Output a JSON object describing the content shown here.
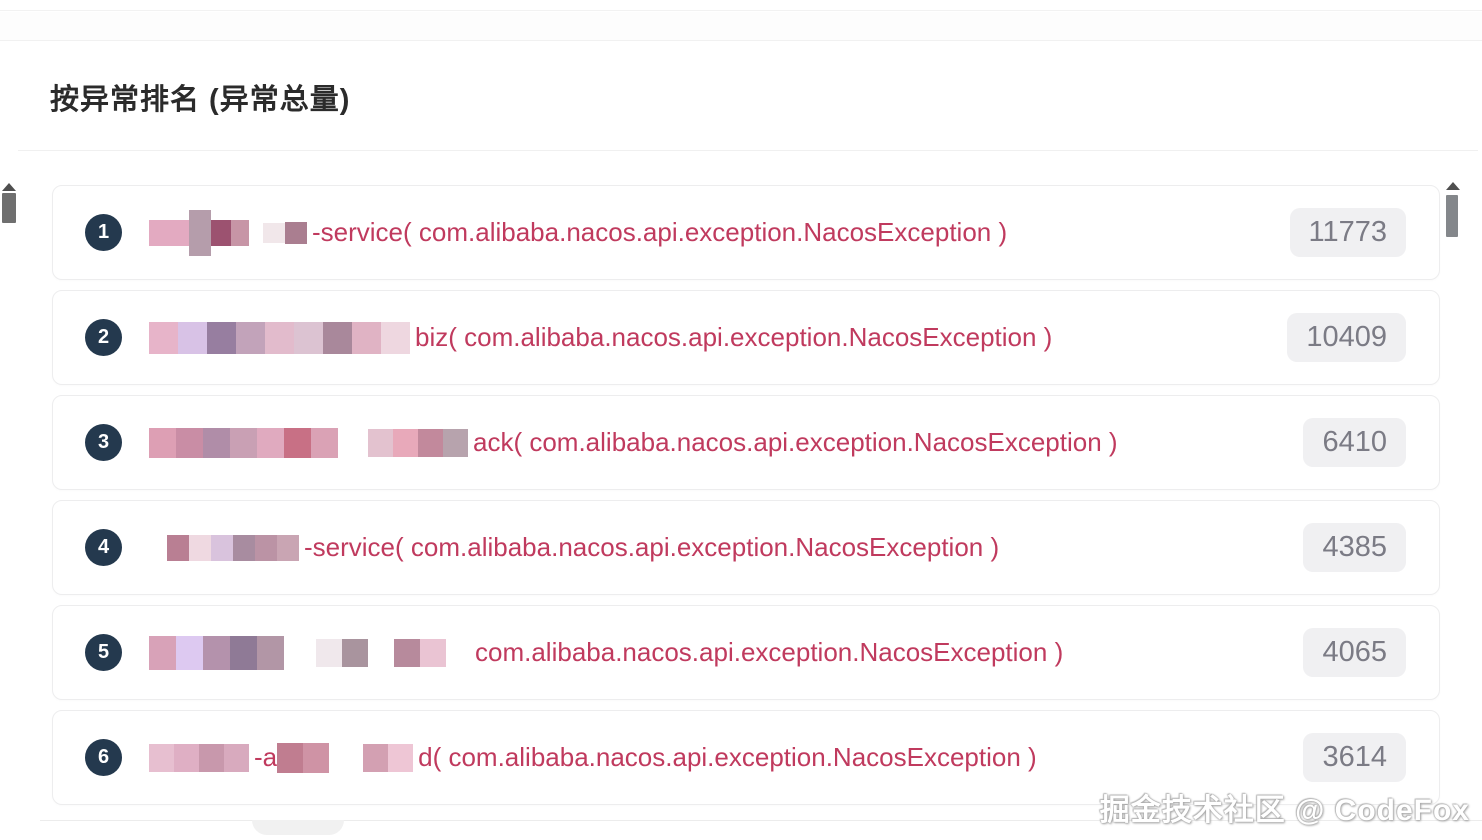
{
  "header": {
    "title": "按异常排名 (异常总量)"
  },
  "watermark": "掘金技术社区 @ CodeFox",
  "colors": {
    "rank_badge_bg": "#24394e",
    "exception_text": "#c03a5e",
    "count_badge_bg": "#f0f0f2",
    "count_text": "#7b7b85",
    "card_border": "#ededee"
  },
  "list": {
    "rows": [
      {
        "rank": "1",
        "value": "11773",
        "parts": [
          {
            "type": "mosaic",
            "blocks": [
              {
                "c": "#e3aac1",
                "w": 40,
                "h": 26
              },
              {
                "c": "#b59dab",
                "w": 22,
                "h": 46
              },
              {
                "c": "#9c5270",
                "w": 20,
                "h": 26
              },
              {
                "c": "#c795a6",
                "w": 18,
                "h": 26
              }
            ]
          },
          {
            "type": "gap",
            "w": 14
          },
          {
            "type": "mosaic",
            "blocks": [
              {
                "c": "#f1e7ea",
                "w": 22,
                "h": 20
              },
              {
                "c": "#aa7e90",
                "w": 22,
                "h": 22
              }
            ]
          },
          {
            "type": "text",
            "text": "-service( com.alibaba.nacos.api.exception.NacosException )"
          }
        ]
      },
      {
        "rank": "2",
        "value": "10409",
        "parts": [
          {
            "type": "mosaic",
            "blocks": [
              {
                "c": "#e7b4c9",
                "w": 29,
                "h": 32
              },
              {
                "c": "#d8c2e6",
                "w": 29,
                "h": 32
              },
              {
                "c": "#977ea0",
                "w": 29,
                "h": 32
              },
              {
                "c": "#c2a3ba",
                "w": 29,
                "h": 32
              },
              {
                "c": "#e2bbcc",
                "w": 29,
                "h": 32
              },
              {
                "c": "#dcc3d2",
                "w": 29,
                "h": 32
              },
              {
                "c": "#a9889b",
                "w": 29,
                "h": 32
              },
              {
                "c": "#e0b3c4",
                "w": 29,
                "h": 32
              },
              {
                "c": "#eed7e0",
                "w": 29,
                "h": 32
              }
            ]
          },
          {
            "type": "text",
            "text": "biz( com.alibaba.nacos.api.exception.NacosException )"
          }
        ]
      },
      {
        "rank": "3",
        "value": "6410",
        "parts": [
          {
            "type": "mosaic",
            "blocks": [
              {
                "c": "#dd9fb4",
                "w": 27,
                "h": 30
              },
              {
                "c": "#c98da5",
                "w": 27,
                "h": 30
              },
              {
                "c": "#b08da8",
                "w": 27,
                "h": 30
              },
              {
                "c": "#c9a0b4",
                "w": 27,
                "h": 30
              },
              {
                "c": "#e0aabf",
                "w": 27,
                "h": 30
              },
              {
                "c": "#c87085",
                "w": 27,
                "h": 30
              },
              {
                "c": "#daa2b5",
                "w": 27,
                "h": 30
              }
            ]
          },
          {
            "type": "gap",
            "w": 30
          },
          {
            "type": "mosaic",
            "blocks": [
              {
                "c": "#e3c2cf",
                "w": 25,
                "h": 28
              },
              {
                "c": "#e8a9ba",
                "w": 25,
                "h": 28
              },
              {
                "c": "#c2899c",
                "w": 25,
                "h": 28
              },
              {
                "c": "#b7a3ad",
                "w": 25,
                "h": 28
              }
            ]
          },
          {
            "type": "text",
            "text": "ack( com.alibaba.nacos.api.exception.NacosException )"
          }
        ]
      },
      {
        "rank": "4",
        "value": "4385",
        "parts": [
          {
            "type": "gap",
            "w": 18
          },
          {
            "type": "mosaic",
            "blocks": [
              {
                "c": "#b97f93",
                "w": 22,
                "h": 26
              },
              {
                "c": "#efd9e1",
                "w": 22,
                "h": 26
              },
              {
                "c": "#d9c3dd",
                "w": 22,
                "h": 26
              },
              {
                "c": "#a88ca0",
                "w": 22,
                "h": 26
              },
              {
                "c": "#bb93a5",
                "w": 22,
                "h": 26
              },
              {
                "c": "#c9a5b3",
                "w": 22,
                "h": 26
              }
            ]
          },
          {
            "type": "text",
            "text": "-service( com.alibaba.nacos.api.exception.NacosException )"
          }
        ]
      },
      {
        "rank": "5",
        "value": "4065",
        "parts": [
          {
            "type": "mosaic",
            "blocks": [
              {
                "c": "#d8a2b8",
                "w": 27,
                "h": 34
              },
              {
                "c": "#ddc9f1",
                "w": 27,
                "h": 34
              },
              {
                "c": "#b492ac",
                "w": 27,
                "h": 34
              },
              {
                "c": "#8f7a96",
                "w": 27,
                "h": 34
              },
              {
                "c": "#b296a6",
                "w": 27,
                "h": 34
              }
            ]
          },
          {
            "type": "gap",
            "w": 32
          },
          {
            "type": "mosaic",
            "blocks": [
              {
                "c": "#f0e8ec",
                "w": 26,
                "h": 28
              },
              {
                "c": "#a9949e",
                "w": 26,
                "h": 28
              }
            ]
          },
          {
            "type": "gap",
            "w": 26
          },
          {
            "type": "mosaic",
            "blocks": [
              {
                "c": "#b78a9c",
                "w": 26,
                "h": 28
              },
              {
                "c": "#eac4d3",
                "w": 26,
                "h": 28
              }
            ]
          },
          {
            "type": "gap",
            "w": 24
          },
          {
            "type": "text",
            "text": "com.alibaba.nacos.api.exception.NacosException )"
          }
        ]
      },
      {
        "rank": "6",
        "value": "3614",
        "parts": [
          {
            "type": "mosaic",
            "blocks": [
              {
                "c": "#e7bfd0",
                "w": 25,
                "h": 28
              },
              {
                "c": "#dfafc4",
                "w": 25,
                "h": 28
              },
              {
                "c": "#c898ac",
                "w": 25,
                "h": 28
              },
              {
                "c": "#d8aabe",
                "w": 25,
                "h": 28
              }
            ]
          },
          {
            "type": "text",
            "text": "-a"
          },
          {
            "type": "mosaic",
            "blocks": [
              {
                "c": "#c07d90",
                "w": 26,
                "h": 30
              },
              {
                "c": "#cf93a5",
                "w": 26,
                "h": 30
              }
            ]
          },
          {
            "type": "gap",
            "w": 34
          },
          {
            "type": "mosaic",
            "blocks": [
              {
                "c": "#d3a0b2",
                "w": 25,
                "h": 28
              },
              {
                "c": "#eec6d5",
                "w": 25,
                "h": 28
              }
            ]
          },
          {
            "type": "text",
            "text": "d( com.alibaba.nacos.api.exception.NacosException )"
          }
        ]
      }
    ]
  }
}
